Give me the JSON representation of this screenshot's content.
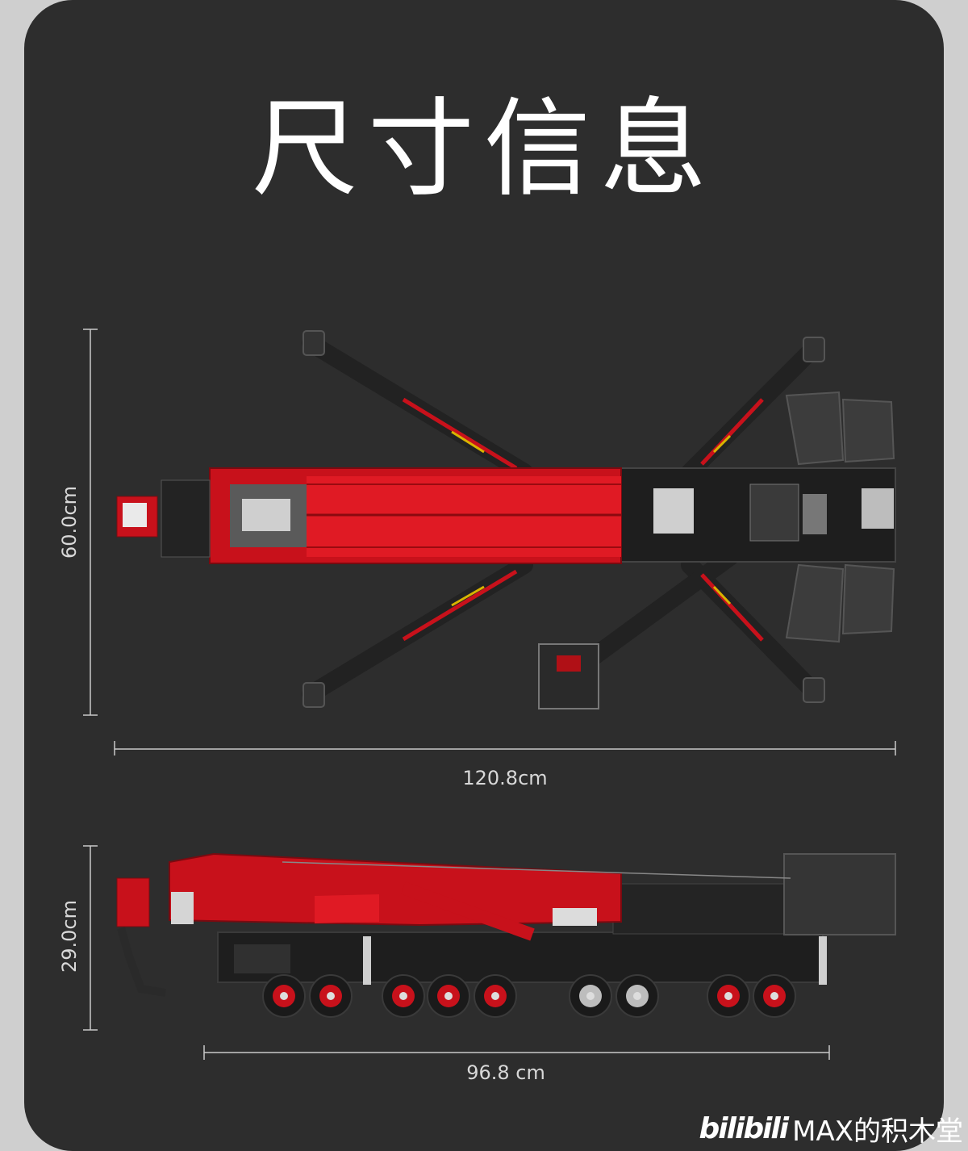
{
  "title": "尺寸信息",
  "top_view": {
    "height_label": "60.0cm",
    "length_label": "120.8cm"
  },
  "side_view": {
    "height_label": "29.0cm",
    "length_label": "96.8 cm"
  },
  "watermark": {
    "logo": "bilibili",
    "text": "MAX的积木堂"
  },
  "colors": {
    "background": "#2d2d2d",
    "frame": "#cfcfcf",
    "model_red": "#c8111b",
    "model_dark": "#1c1c1c",
    "dimension_line": "#c9c9c9"
  }
}
